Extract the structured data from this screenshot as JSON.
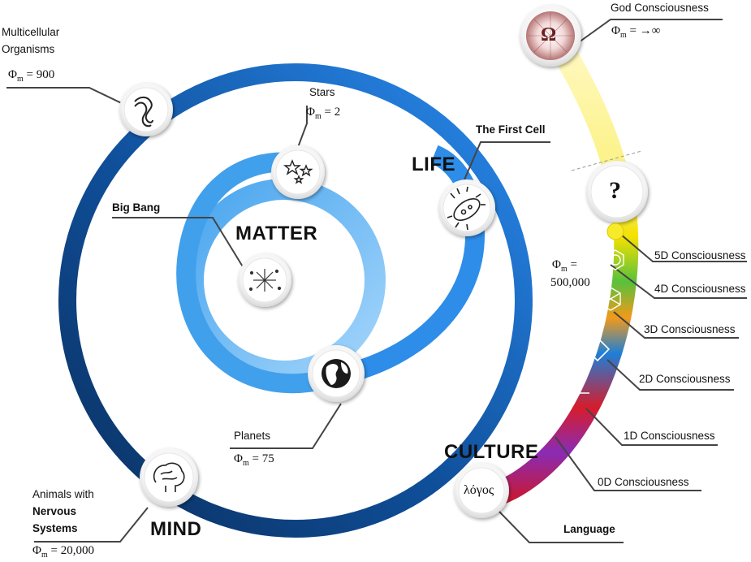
{
  "colors": {
    "outer_ring_dark": "#0d3a73",
    "outer_ring_mid": "#1565c0",
    "outer_ring_light": "#2f8ff0",
    "inner_ring_dark": "#3d9ae8",
    "inner_ring_light": "#9fd2fb",
    "aura": "#fff59d"
  },
  "sections": {
    "matter": "MATTER",
    "life": "LIFE",
    "mind": "MIND",
    "culture": "CULTURE"
  },
  "nodes": {
    "big_bang": {
      "label": "Big Bang",
      "icon": "fireworks-icon"
    },
    "stars": {
      "label": "Stars",
      "phi_value": "2",
      "icon": "stars-icon"
    },
    "planets": {
      "label": "Planets",
      "phi_value": "75",
      "icon": "globe-icon"
    },
    "first_cell": {
      "label": "The First Cell",
      "icon": "bacteria-icon"
    },
    "multicellular": {
      "label_line1": "Multicellular",
      "label_line2": "Organisms",
      "phi_value": "900",
      "icon": "worm-icon"
    },
    "nervous": {
      "label_line1": "Animals with",
      "label_line2": "Nervous",
      "label_line3": "Systems",
      "phi_value": "20,000",
      "icon": "brain-icon"
    },
    "language": {
      "label": "Language",
      "symbol": "λόγος",
      "icon": "logos-icon"
    },
    "question": {
      "symbol": "?",
      "icon": "question-icon"
    },
    "god": {
      "label": "God Consciousness",
      "phi_value": "→∞",
      "symbol": "Ω",
      "icon": "omega-icon"
    }
  },
  "phi_symbol": "Φ",
  "phi_subscript": "m",
  "consciousness_levels": [
    {
      "label": "5D Consciousness"
    },
    {
      "label": "4D Consciousness"
    },
    {
      "label": "3D Consciousness"
    },
    {
      "label": "2D Consciousness"
    },
    {
      "label": "1D Consciousness"
    },
    {
      "label": "0D Consciousness"
    }
  ],
  "phi_500k": {
    "value_line1": "=",
    "value_line2": "500,000"
  }
}
